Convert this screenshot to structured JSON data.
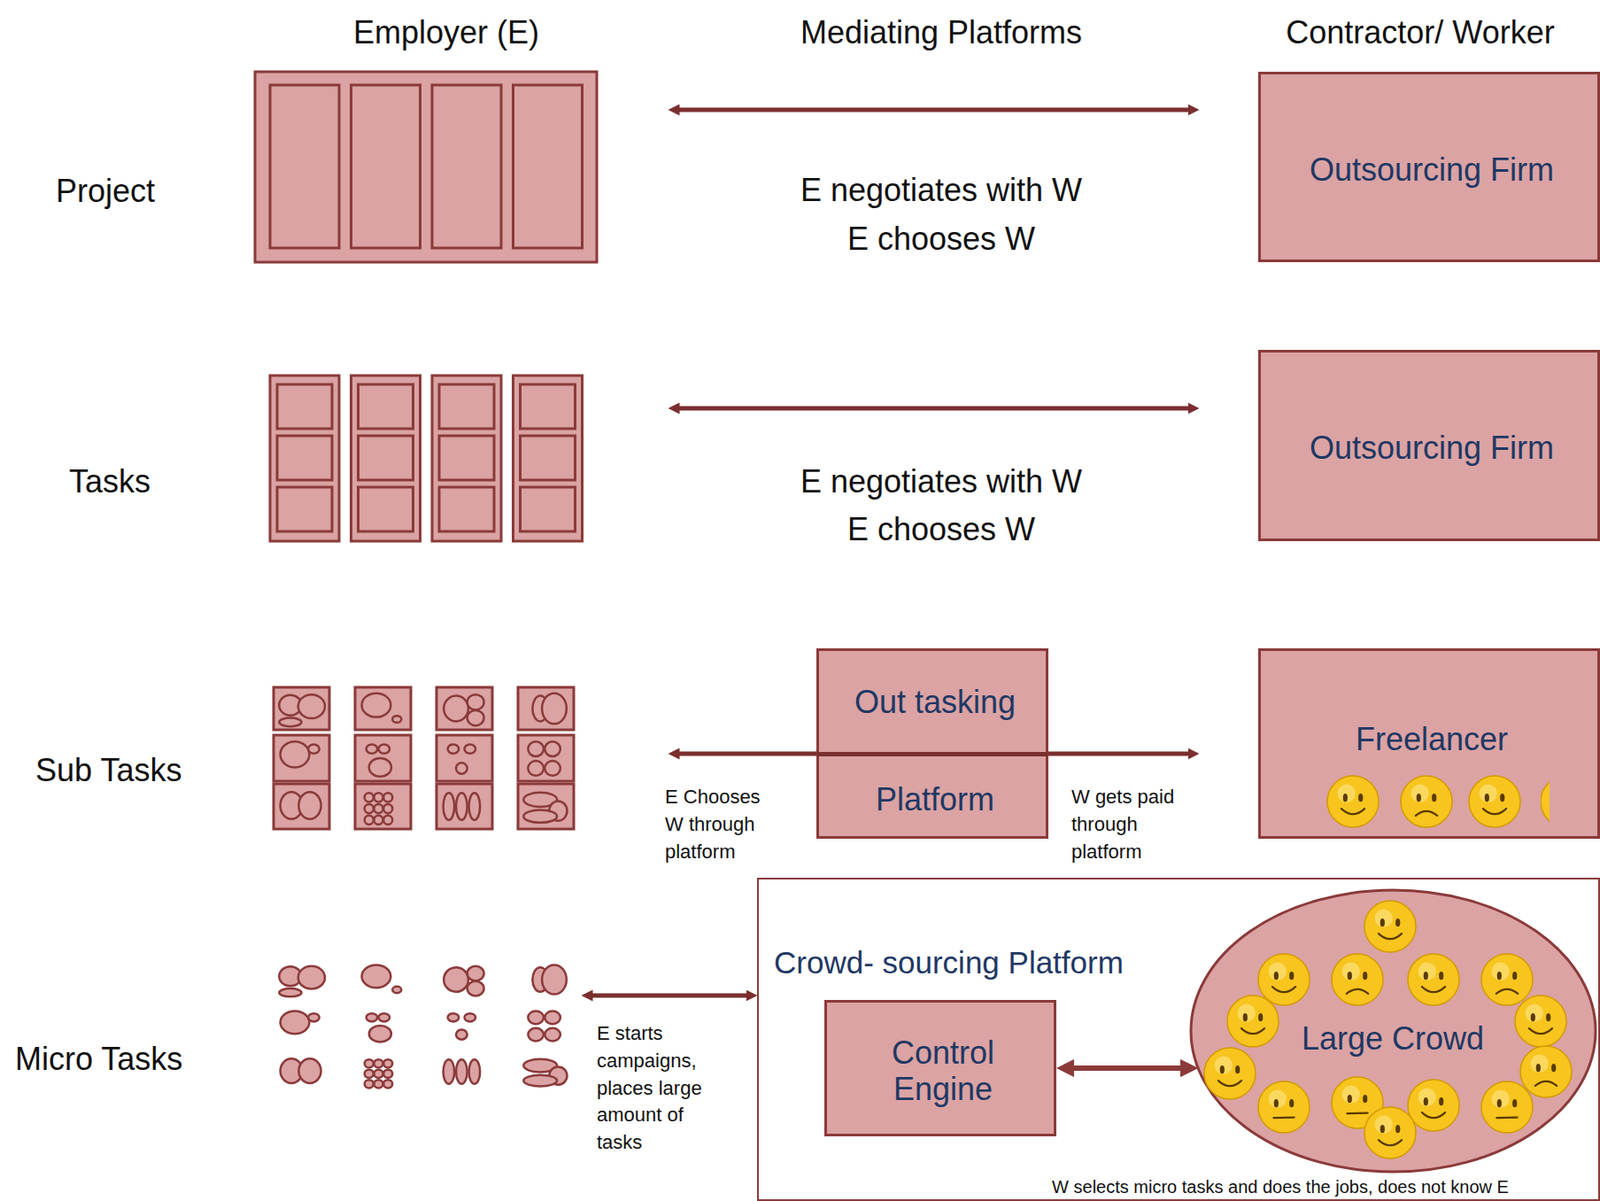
{
  "diagram": {
    "nodes": [
      {
        "text": [
          "Outsourcing Firm"
        ]
      },
      {
        "text": [
          "Outsourcing Firm"
        ]
      },
      {
        "text": [
          "Out tasking",
          "Platform"
        ]
      },
      {
        "text": [
          "Freelancer"
        ]
      },
      {
        "text": [
          "Crowd- sourcing Platform",
          "W selects micro tasks and does the jobs, does not know E"
        ]
      },
      {
        "text": [
          "Control Engine"
        ],
        "in": 4
      },
      {
        "text": [
          "Large Crowd"
        ],
        "in": 4
      }
    ],
    "edges": [
      {
        "from": 5,
        "to": 6,
        "arrow": "both"
      }
    ],
    "labels": [
      "Employer (E)",
      "Mediating Platforms",
      "Contractor/ Worker",
      "Project",
      "E negotiates with W",
      "E chooses W",
      "Tasks",
      "E negotiates with W",
      "E chooses W",
      "Sub Tasks",
      "E Chooses W through platform",
      "W gets paid through platform",
      "Micro Tasks",
      "E starts campaigns, places large amount of tasks"
    ]
  }
}
